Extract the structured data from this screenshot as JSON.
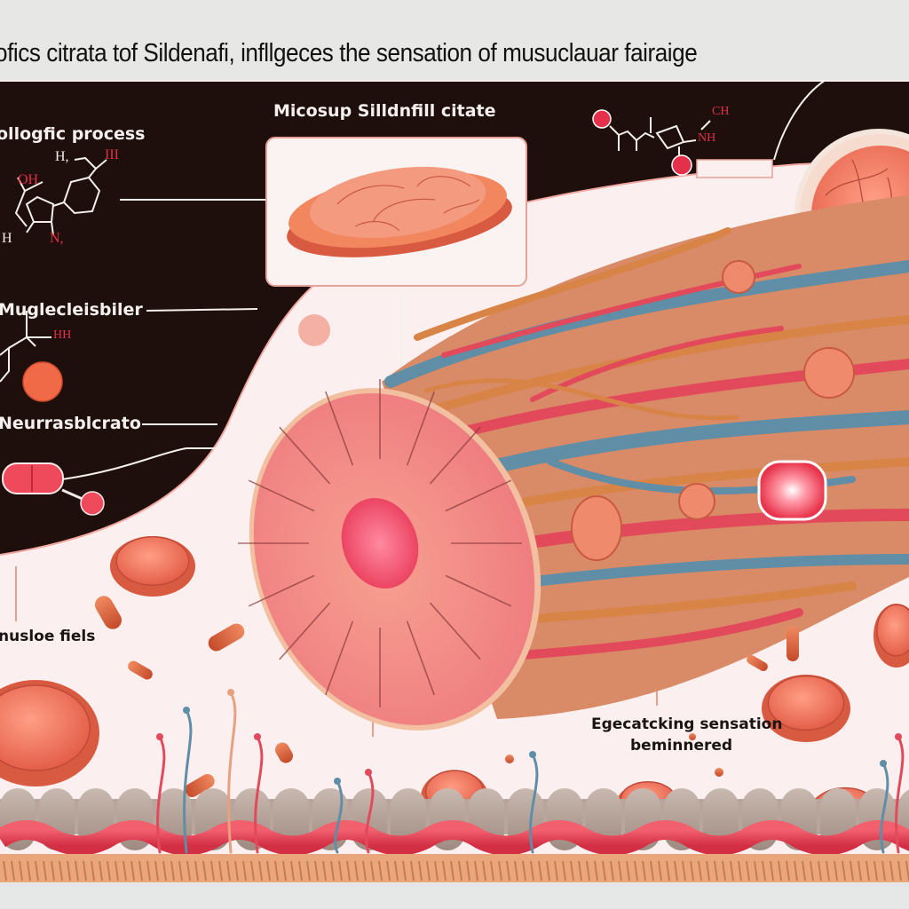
{
  "title": "ofics citrata tof Sildenafi, infllgeces the sensation of  musuclauar  fairaige",
  "labels": {
    "process": "ollogfic process",
    "microscope": "Micosup Silldnfill citate",
    "muscle_fiber": "Muglecleisbiler",
    "neuro": "Neurrasblcrato",
    "muscle_fibers_bottom": "nusloe fiels",
    "eyecatching_line1": "Egecatcking sensation",
    "eyecatching_line2": "beminnered"
  },
  "chemistry": {
    "left_top_h": "H,",
    "left_top_red": "III",
    "left_oh": "OH",
    "left_bottom_h": "H",
    "left_n": "N,",
    "mid_hh": "HH",
    "right_ch": "CH",
    "right_nh": "NH"
  },
  "colors": {
    "dark_panel": "#1e0f0d",
    "page_bg": "#e7e8e6",
    "canvas_bg": "#fbeeee",
    "muscle_pink": "#f07a7e",
    "fiber_blue": "#5f8ea6",
    "fiber_orange": "#d98447",
    "fiber_red": "#e24a5c",
    "accent_red": "#e4304a",
    "pill_orange": "#e06a45"
  }
}
